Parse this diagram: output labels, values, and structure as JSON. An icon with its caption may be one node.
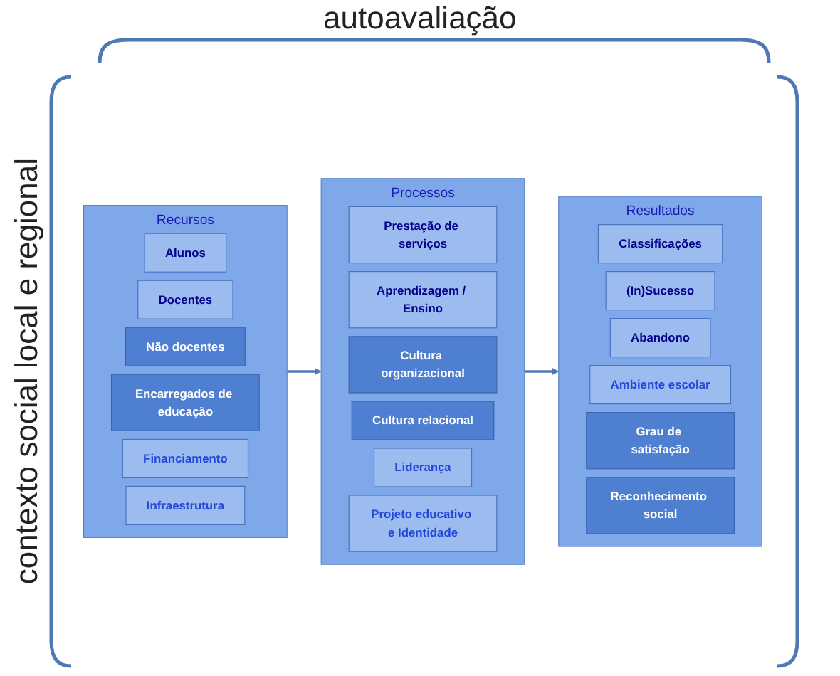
{
  "diagram": {
    "nodes": [
      {
        "text": [
          "Recursos"
        ]
      },
      {
        "text": [
          "Alunos"
        ],
        "in": 0
      },
      {
        "text": [
          "Docentes"
        ],
        "in": 0
      },
      {
        "text": [
          "Não docentes"
        ],
        "in": 0
      },
      {
        "text": [
          "Encarregados de educação"
        ],
        "in": 0
      },
      {
        "text": [
          "Financiamento"
        ],
        "in": 0
      },
      {
        "text": [
          "Infraestrutura"
        ],
        "in": 0
      },
      {
        "text": [
          "Processos"
        ]
      },
      {
        "text": [
          "Prestação de serviços"
        ],
        "in": 7
      },
      {
        "text": [
          "Aprendizagem / Ensino"
        ],
        "in": 7
      },
      {
        "text": [
          "Cultura organizacional"
        ],
        "in": 7
      },
      {
        "text": [
          "Cultura relacional"
        ],
        "in": 7
      },
      {
        "text": [
          "Liderança"
        ],
        "in": 7
      },
      {
        "text": [
          "Projeto educativo e Identidade"
        ],
        "in": 7
      },
      {
        "text": [
          "Resultados"
        ]
      },
      {
        "text": [
          "Classificações"
        ],
        "in": 14
      },
      {
        "text": [
          "(In)Sucesso"
        ],
        "in": 14
      },
      {
        "text": [
          "Abandono"
        ],
        "in": 14
      },
      {
        "text": [
          "Ambiente escolar"
        ],
        "in": 14
      },
      {
        "text": [
          "Grau de satisfação"
        ],
        "in": 14
      },
      {
        "text": [
          "Reconhecimento social"
        ],
        "in": 14
      }
    ],
    "edges": [
      {
        "from": 0,
        "to": 7,
        "arrow": "to"
      },
      {
        "from": 7,
        "to": 14,
        "arrow": "to"
      }
    ],
    "labels": [
      "autoavaliação",
      "contexto social local e regional"
    ]
  }
}
